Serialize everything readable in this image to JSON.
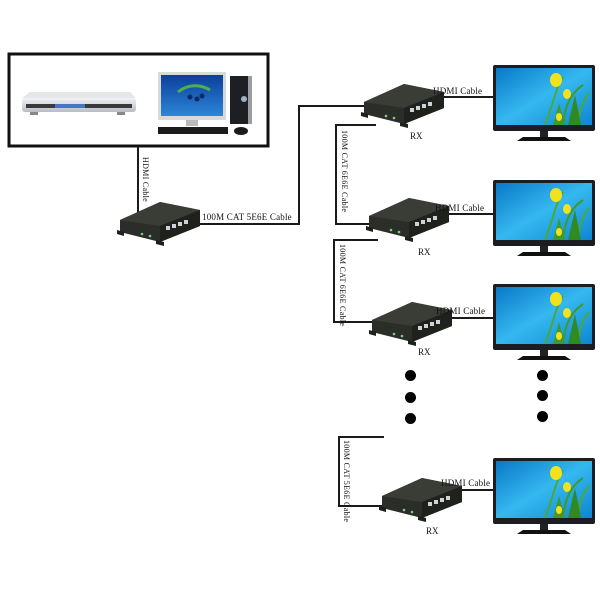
{
  "diagram": {
    "type": "HDMI extender over CAT5E/6 cascade topology",
    "source_group": {
      "devices": [
        {
          "name": "DVD Player",
          "icon": "dvd-player-icon"
        },
        {
          "name": "Desktop Computer",
          "icon": "desktop-computer-icon"
        }
      ]
    },
    "transmitter": {
      "icon": "extender-box-icon"
    },
    "source_to_tx_label": "HDMI Cable",
    "tx_to_rx_label": "100M CAT 5E6E Cable",
    "receivers": [
      {
        "label": "RX",
        "hdmi_label": "HDMI Cable",
        "display_icon": "tv-monitor-icon"
      },
      {
        "label": "RX",
        "hdmi_label": "HDMI Cable",
        "display_icon": "tv-monitor-icon",
        "uplink_label": "100M CAT 6E6E Cable"
      },
      {
        "label": "RX",
        "hdmi_label": "HDMI Cable",
        "display_icon": "tv-monitor-icon",
        "uplink_label": "100M CAT 6E6E Cable"
      },
      {
        "label": "RX",
        "hdmi_label": "HDMI Cable",
        "display_icon": "tv-monitor-icon",
        "uplink_label": "100M CAT 5E6E Cable"
      }
    ],
    "continuation_marker": "ellipsis-dots",
    "colors": {
      "line": "#1a1a1a",
      "box": "#2b2e28",
      "screen_sky": "#1aa3e0",
      "flower": "#f2e21c",
      "leaf": "#3f9a2e"
    }
  }
}
